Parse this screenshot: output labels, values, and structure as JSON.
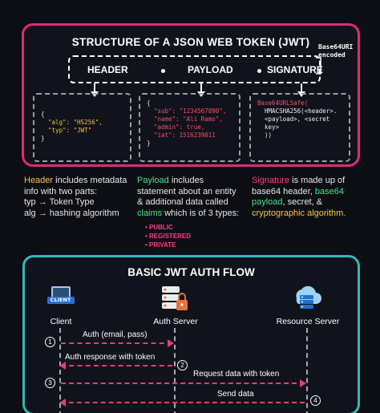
{
  "jwt_panel": {
    "title": "STRUCTURE OF A JSON WEB TOKEN (JWT)",
    "segments": [
      "HEADER",
      "PAYLOAD",
      "SIGNATURE"
    ],
    "encoding_note_line1": "Base64URI",
    "encoding_note_line2": "encoded",
    "header_code": [
      "{",
      "  \"alg\": \"HS256\",",
      "  \"typ\": \"JWT\"",
      "}"
    ],
    "payload_code": [
      "{",
      "  \"sub\": \"1234567890\",",
      "  \"name\": \"Ali Ramo\",",
      "  \"admin\": true,",
      "  \"iat\": 1516239011",
      "}"
    ],
    "signature_code": [
      "Base64URLSafe(",
      "  HMACSHA256(<header>.",
      "  <payload>, <secret",
      "  key>",
      "  ))"
    ]
  },
  "descriptions": {
    "header": {
      "keyword": "Header",
      "rest_line1": " includes metadata",
      "line2": "info with two parts:",
      "line3": "typ → Token Type",
      "line4": "alg → hashing algorithm"
    },
    "payload": {
      "keyword": "Payload",
      "rest_line1": " includes",
      "line2": "statement about an entity",
      "line3": "& additional data called",
      "claims_word": "claims",
      "line4_rest": " which is of 3 types:",
      "claim_types": [
        "PUBLIC",
        "REGISTERED",
        "PRIVATE"
      ]
    },
    "signature": {
      "keyword": "Signature",
      "rest_line1": " is made up of",
      "line2_a": "base64 header, ",
      "line2_b": "base64",
      "line3_a": "payload",
      "line3_b": ", secret, &",
      "line4": "cryptographic algorithm."
    }
  },
  "auth_flow": {
    "title": "BASIC JWT AUTH FLOW",
    "actors": {
      "client": "Client",
      "client_badge": "CLIENT",
      "auth_server": "Auth Server",
      "resource_server": "Resource Server"
    },
    "messages": [
      {
        "step": "1",
        "label": "Auth (email, pass)"
      },
      {
        "step": "2",
        "label": "Auth response with token"
      },
      {
        "step": "3",
        "label": "Request data with token"
      },
      {
        "step": "4",
        "label": "Send data"
      }
    ]
  },
  "colors": {
    "top_border": "#e0297a",
    "bottom_border": "#31b8b5",
    "highlight_yellow": "#f6c343",
    "highlight_green": "#4ee08a",
    "highlight_pink": "#ff3d8b"
  }
}
